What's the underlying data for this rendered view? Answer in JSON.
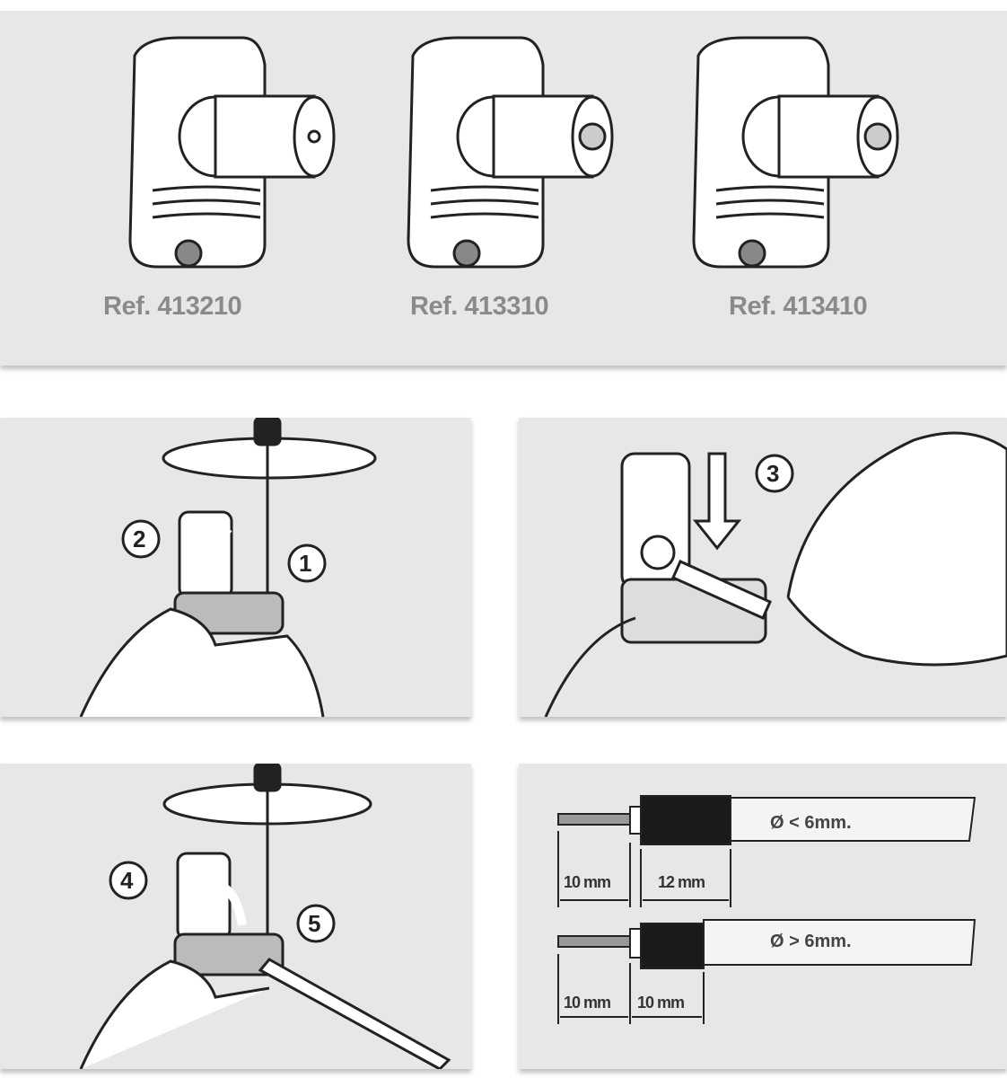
{
  "products": [
    {
      "ref": "Ref. 413210",
      "variant": "male"
    },
    {
      "ref": "Ref. 413310",
      "variant": "female"
    },
    {
      "ref": "Ref. 413410",
      "variant": "female"
    }
  ],
  "steps": {
    "step1": "1",
    "step2": "2",
    "step3": "3",
    "step4": "4",
    "step5": "5"
  },
  "cable": {
    "small": {
      "label": "Ø < 6mm.",
      "conductor": "10 mm",
      "braid": "12 mm"
    },
    "large": {
      "label": "Ø > 6mm.",
      "conductor": "10 mm",
      "braid": "10 mm"
    }
  },
  "colors": {
    "panel": "#e7e7e7",
    "ref_text": "#8a8a8a",
    "line": "#222222"
  }
}
